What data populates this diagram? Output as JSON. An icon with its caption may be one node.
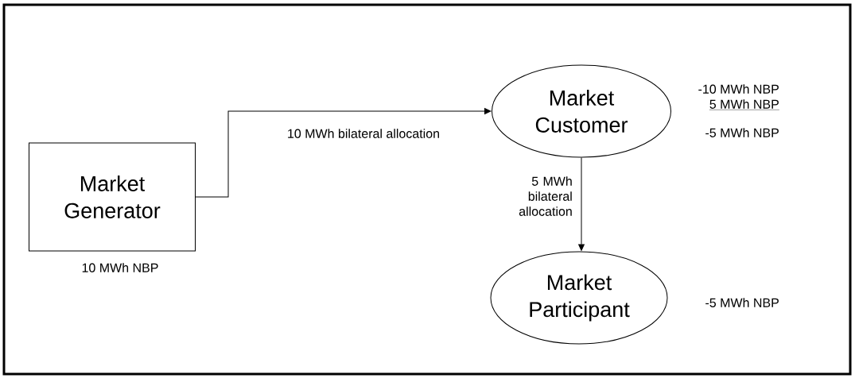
{
  "diagram": {
    "nodes": [
      {
        "text": [
          "Market Generator"
        ],
        "beside": [
          "10 MWh NBP"
        ]
      },
      {
        "text": [
          "Market Customer"
        ],
        "beside": [
          "-10 MWh NBP",
          "5 MWh NBP",
          "-5 MWh NBP"
        ]
      },
      {
        "text": [
          "Market Participant"
        ],
        "beside": [
          "-5 MWh NBP"
        ]
      }
    ],
    "edges": [
      {
        "from": 0,
        "to": 1,
        "arrow": "to",
        "label": "10 MWh bilateral allocation"
      },
      {
        "from": 1,
        "to": 2,
        "arrow": "to",
        "label": "5 MWh bilateral allocation"
      }
    ]
  }
}
